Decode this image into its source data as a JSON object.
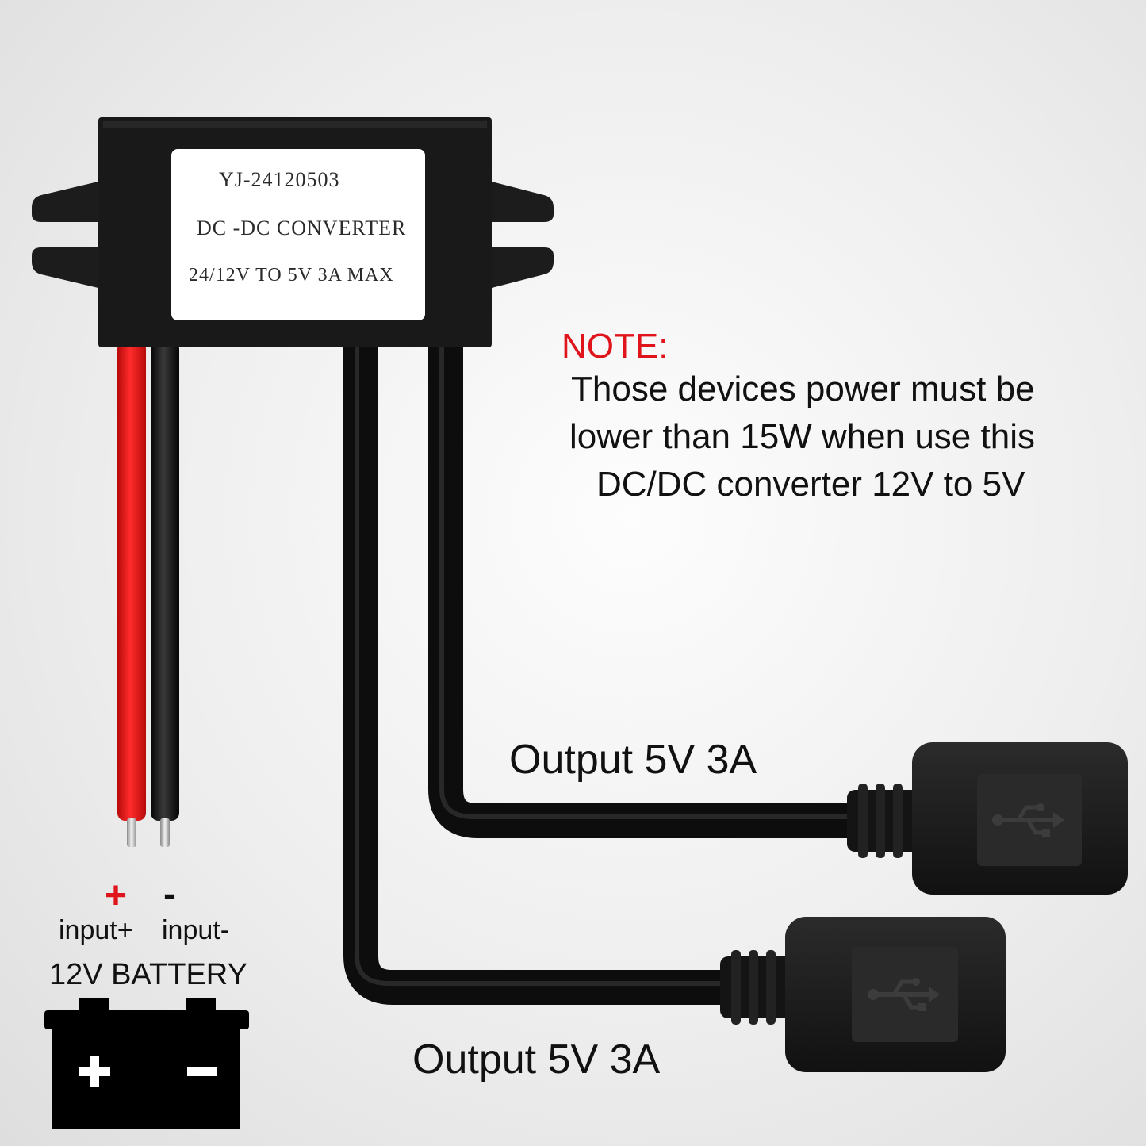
{
  "colors": {
    "accent_red": "#e0141b",
    "housing": "#1a1a1a",
    "label_paper": "#ffffff",
    "wire_red": "#e01010"
  },
  "module": {
    "model": "YJ-24120503",
    "type": "DC -DC CONVERTER",
    "rating": "24/12V TO 5V 3A MAX"
  },
  "note": {
    "title": "NOTE:",
    "lines": [
      "Those devices power must be",
      "lower than 15W when use this",
      "DC/DC converter 12V to 5V"
    ]
  },
  "outputs": [
    {
      "label": "Output 5V 3A",
      "icon": "usb-icon"
    },
    {
      "label": "Output 5V 3A",
      "icon": "usb-icon"
    }
  ],
  "input": {
    "plus_sign": "+",
    "minus_sign": "-",
    "plus_label": "input+",
    "minus_label": "input-",
    "battery_label": "12V BATTERY",
    "battery_icon": "battery-icon"
  }
}
